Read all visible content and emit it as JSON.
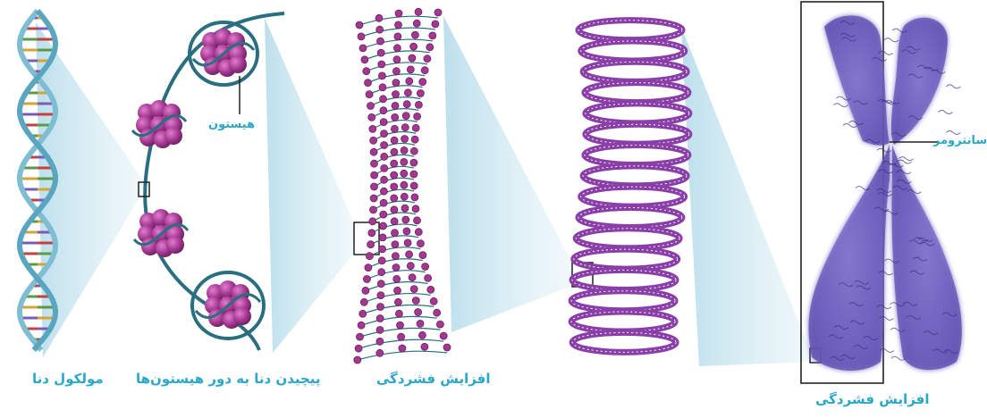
{
  "colors": {
    "label": "#2aa7c9",
    "cone": "#b9deeb",
    "dna_strand": "#5aa6c0",
    "histone": "#a2388f",
    "linker": "#2a6f7f",
    "fiber": "#8a3fa8",
    "chromosome": "#6f5fbd",
    "box": "#222222"
  },
  "labels": {
    "dna_molecule": "مولکول دنا",
    "wrapping": "پیچیدن دنا به دور هیستون‌ها",
    "condensation_1": "افزایش فشردگی",
    "condensation_2": "افزایش فشردگی",
    "histone": "هیستون",
    "centromere": "سانترومر"
  },
  "icons": [
    "dna-double-helix-icon",
    "nucleosome-icon",
    "chromatin-fiber-icon",
    "supercoil-icon",
    "chromosome-icon"
  ]
}
